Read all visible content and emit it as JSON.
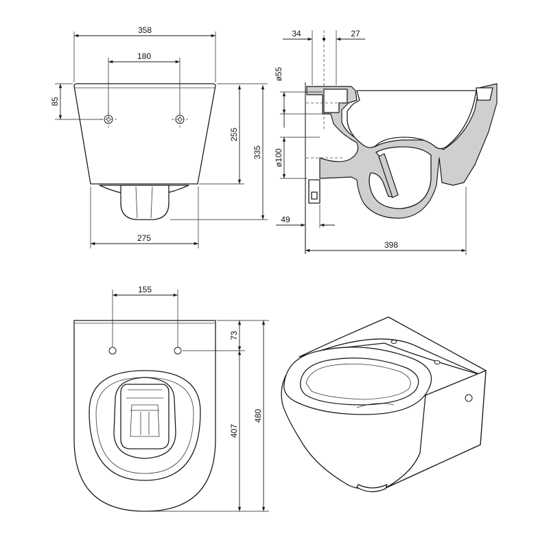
{
  "front_view": {
    "width": "358",
    "hole_spacing": "180",
    "hole_height": "85",
    "height_to_axis": "255",
    "total_height": "335",
    "base_width": "275"
  },
  "side_view": {
    "fixing_offset_left": "34",
    "fixing_offset_right": "27",
    "inlet_diameter": "ø55",
    "outlet_diameter": "ø100",
    "outlet_projection": "49",
    "depth": "398"
  },
  "top_view": {
    "hole_spacing": "155",
    "hole_offset": "73",
    "bowl_length": "407",
    "total_length": "480"
  }
}
